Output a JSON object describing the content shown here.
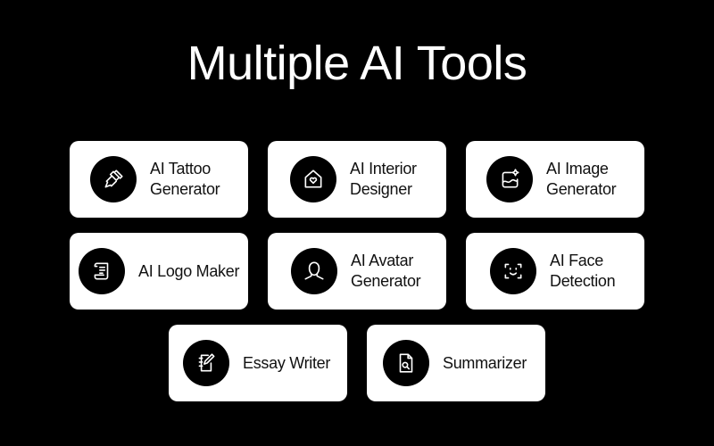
{
  "title": "Multiple AI Tools",
  "tools": [
    {
      "line1": "AI Tattoo",
      "line2": "Generator",
      "icon": "tattoo-machine-icon"
    },
    {
      "line1": "AI Interior",
      "line2": "Designer",
      "icon": "house-heart-icon"
    },
    {
      "line1": "AI Image",
      "line2": "Generator",
      "icon": "image-sparkle-icon"
    },
    {
      "line1": "AI Logo Maker",
      "line2": "",
      "icon": "scroll-icon"
    },
    {
      "line1": "AI Avatar",
      "line2": "Generator",
      "icon": "person-icon"
    },
    {
      "line1": "AI Face",
      "line2": "Detection",
      "icon": "face-scan-icon"
    },
    {
      "line1": "Essay Writer",
      "line2": "",
      "icon": "notebook-pen-icon"
    },
    {
      "line1": "Summarizer",
      "line2": "",
      "icon": "document-search-icon"
    }
  ]
}
